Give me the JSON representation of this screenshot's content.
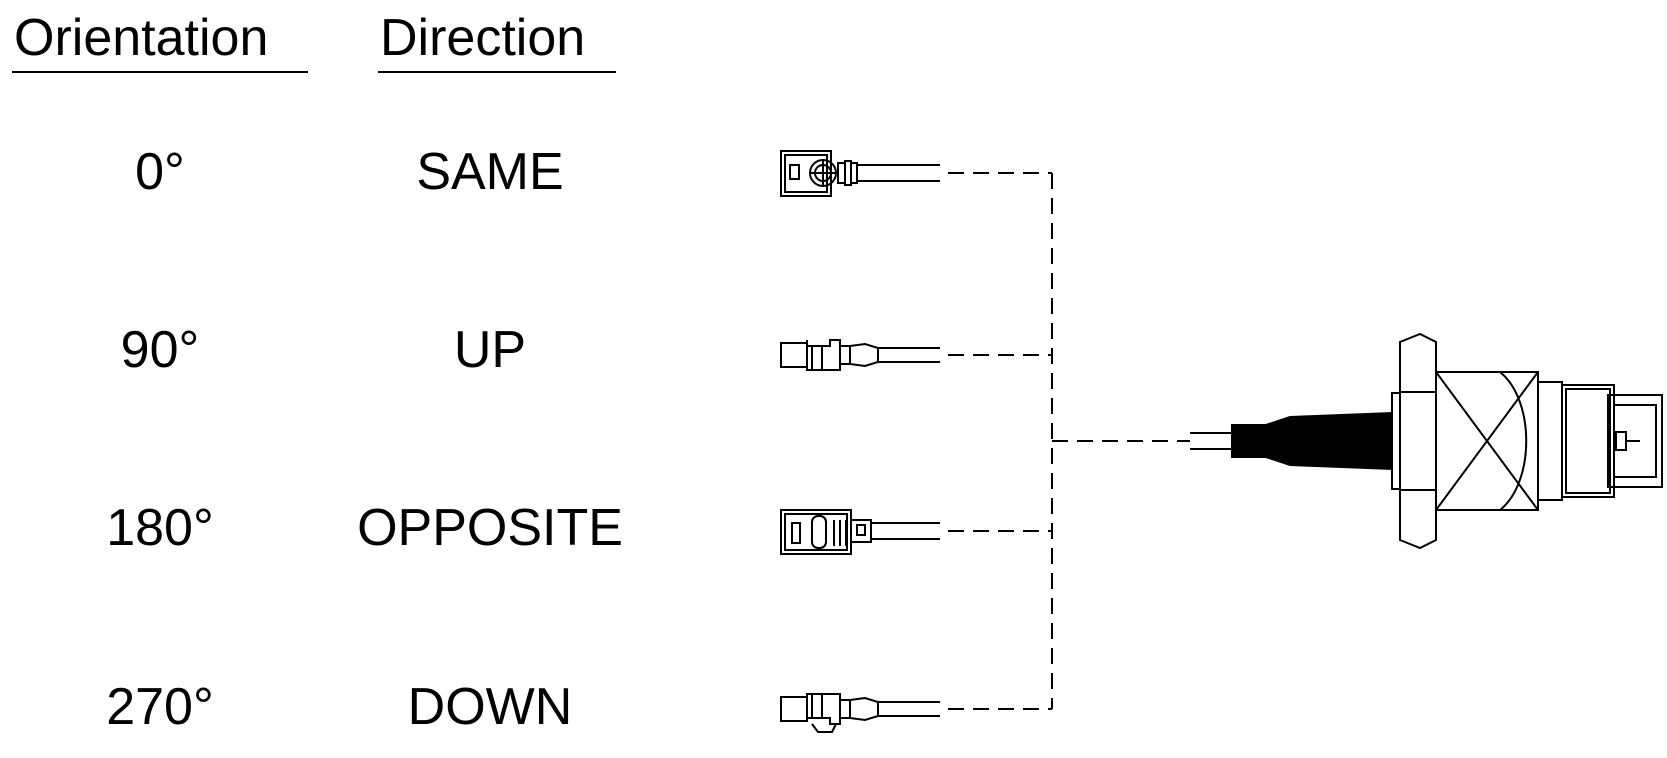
{
  "headers": {
    "orientation": "Orientation",
    "direction": "Direction"
  },
  "rows": [
    {
      "orientation": "0°",
      "direction": "SAME"
    },
    {
      "orientation": "90°",
      "direction": "UP"
    },
    {
      "orientation": "180°",
      "direction": "OPPOSITE"
    },
    {
      "orientation": "270°",
      "direction": "DOWN"
    }
  ],
  "colors": {
    "ink": "#000000",
    "background": "#ffffff"
  }
}
